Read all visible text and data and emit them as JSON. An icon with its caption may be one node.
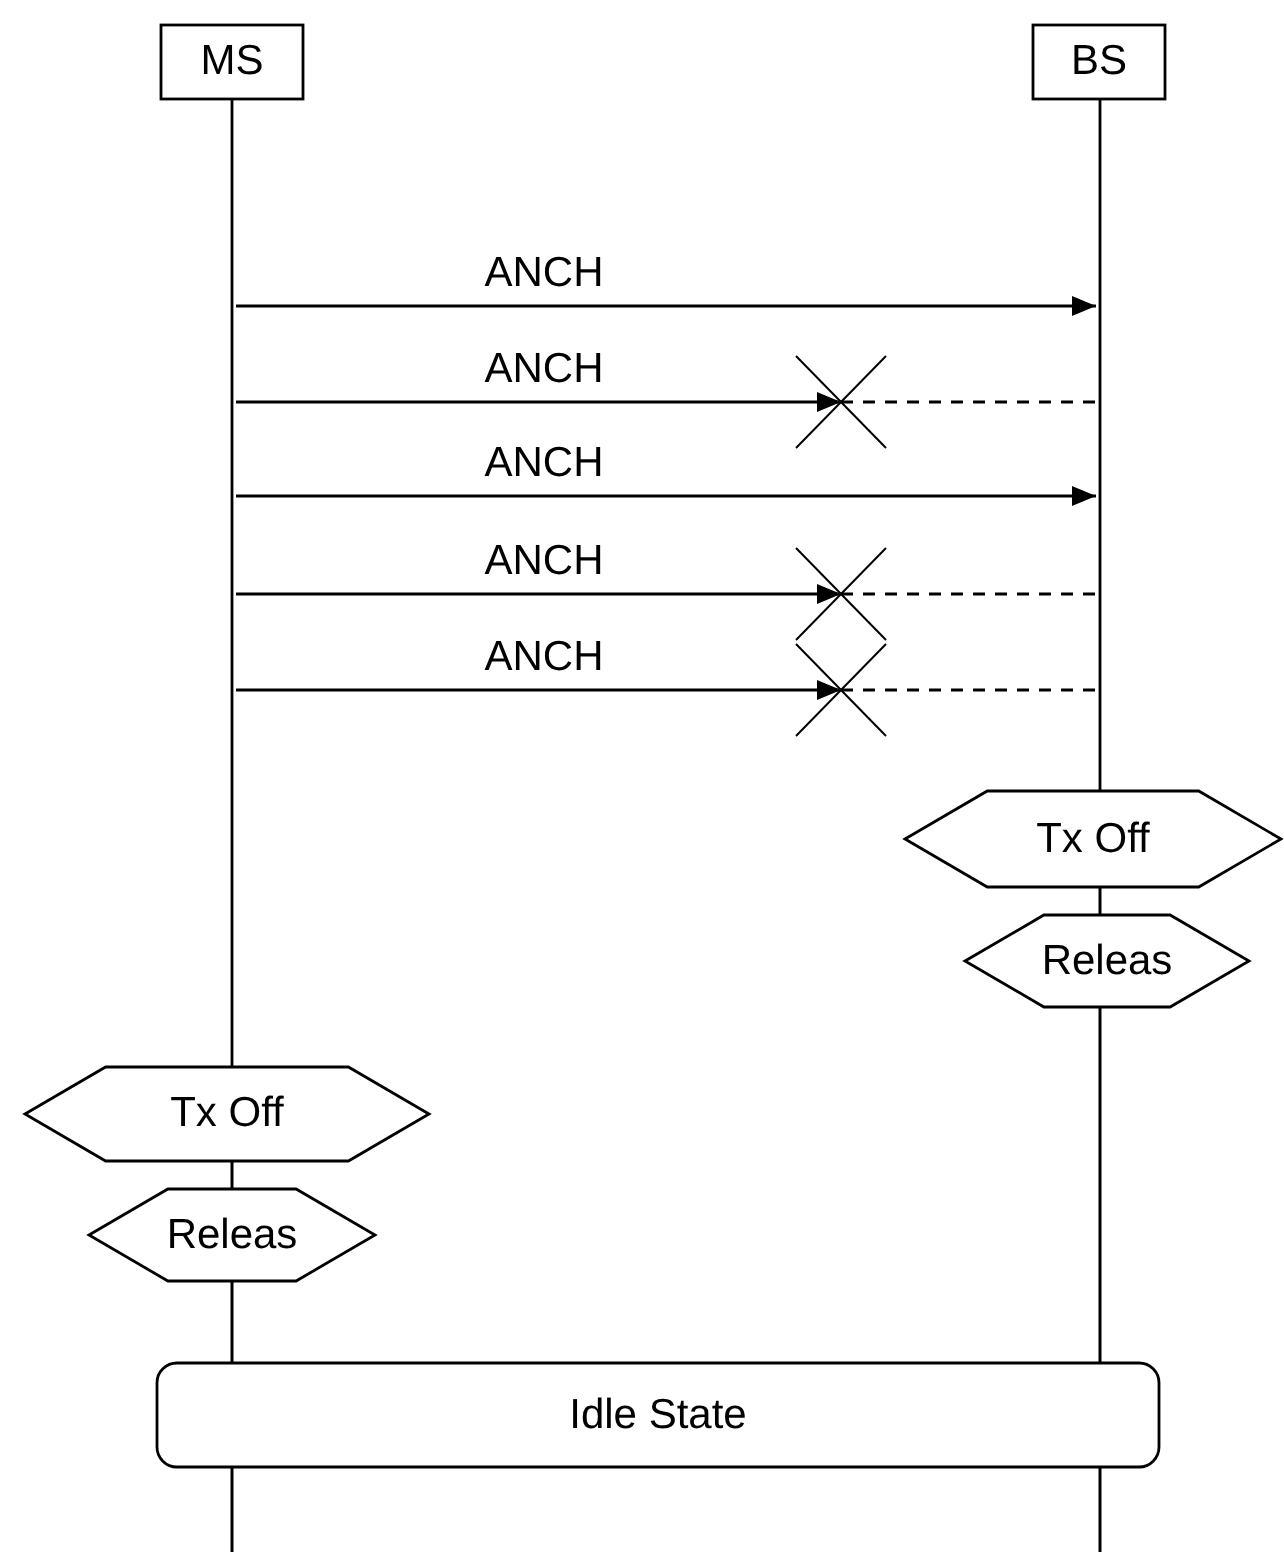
{
  "diagram": {
    "nodes": [
      {
        "text": [
          "MS"
        ]
      },
      {
        "text": [
          "BS"
        ]
      },
      {
        "text": [],
        "shape": "bar"
      },
      {
        "text": [],
        "shape": "bar"
      },
      {
        "text": [],
        "shape": "cross"
      },
      {
        "text": [],
        "shape": "cross"
      },
      {
        "text": [],
        "shape": "cross"
      },
      {
        "text": [
          "Tx Off"
        ]
      },
      {
        "text": [
          "Releas"
        ]
      },
      {
        "text": [
          "Tx Off"
        ]
      },
      {
        "text": [
          "Releas"
        ]
      },
      {
        "text": [
          "Idle State"
        ]
      }
    ],
    "edges": [
      {
        "from": 2,
        "to": 3,
        "arrow": "to",
        "label": "ANCH"
      },
      {
        "from": 2,
        "to": 4,
        "arrow": "to",
        "label": "ANCH"
      },
      {
        "from": 4,
        "to": 3,
        "arrow": "none",
        "style": "dashed"
      },
      {
        "from": 2,
        "to": 3,
        "arrow": "to",
        "label": "ANCH"
      },
      {
        "from": 2,
        "to": 5,
        "arrow": "to",
        "label": "ANCH"
      },
      {
        "from": 5,
        "to": 3,
        "arrow": "none",
        "style": "dashed"
      },
      {
        "from": 2,
        "to": 6,
        "arrow": "to",
        "label": "ANCH"
      },
      {
        "from": 6,
        "to": 3,
        "arrow": "none",
        "style": "dashed"
      },
      {
        "from": 9,
        "to": 10,
        "arrow": "none"
      },
      {
        "from": 10,
        "to": 11,
        "arrow": "none"
      },
      {
        "from": 11,
        "to": null,
        "arrow": "none"
      },
      {
        "from": 7,
        "to": 8,
        "arrow": "none"
      },
      {
        "from": 8,
        "to": 11,
        "arrow": "none"
      },
      {
        "from": 11,
        "to": null,
        "arrow": "none"
      }
    ]
  }
}
